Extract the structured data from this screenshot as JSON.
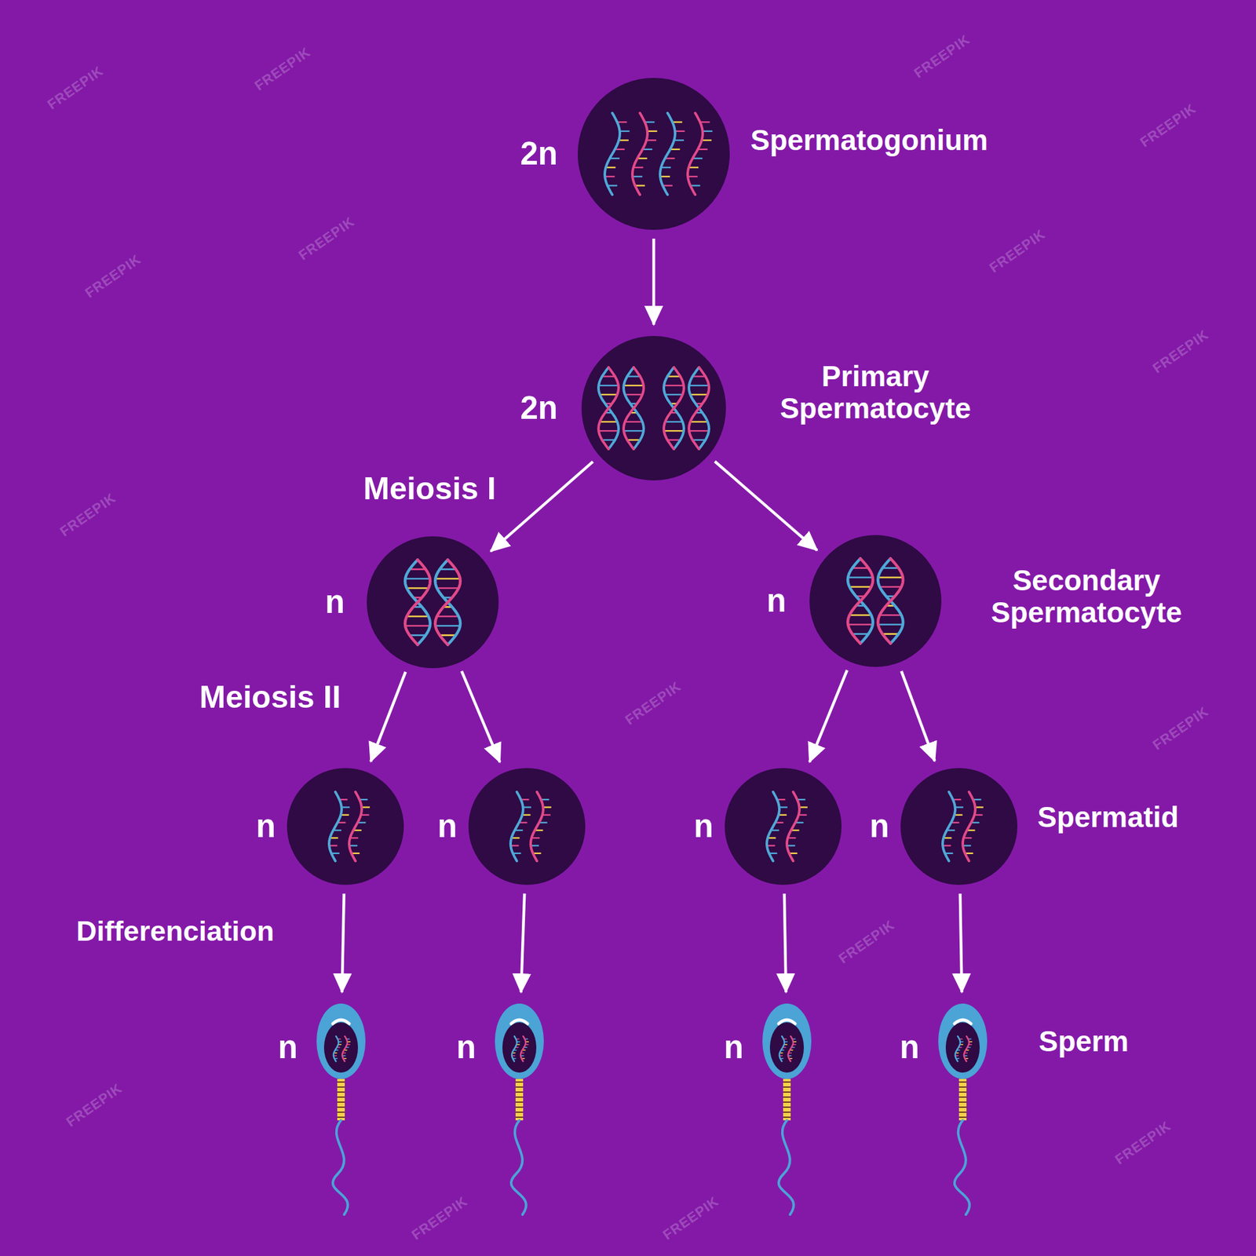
{
  "diagram": {
    "nodes": [
      {
        "text": [
          "2n",
          "Spermatogonium"
        ]
      },
      {
        "text": [
          "2n",
          "Primary Spermatocyte"
        ]
      },
      {
        "text": [
          "n"
        ]
      },
      {
        "text": [
          "n",
          "Secondary Spermatocyte"
        ]
      },
      {
        "text": [
          "n"
        ]
      },
      {
        "text": [
          "n"
        ]
      },
      {
        "text": [
          "n"
        ]
      },
      {
        "text": [
          "n",
          "Spermatid"
        ]
      },
      {
        "text": [
          "n"
        ]
      },
      {
        "text": [
          "n"
        ]
      },
      {
        "text": [
          "n"
        ]
      },
      {
        "text": [
          "n",
          "Sperm"
        ]
      }
    ],
    "edges": [
      {
        "from": 0,
        "to": 1,
        "arrow": "to"
      },
      {
        "from": 1,
        "to": 2,
        "arrow": "to"
      },
      {
        "from": 1,
        "to": 3,
        "arrow": "to"
      },
      {
        "from": 2,
        "to": 4,
        "arrow": "to"
      },
      {
        "from": 2,
        "to": 5,
        "arrow": "to"
      },
      {
        "from": 3,
        "to": 6,
        "arrow": "to"
      },
      {
        "from": 3,
        "to": 7,
        "arrow": "to"
      },
      {
        "from": 4,
        "to": 8,
        "arrow": "to"
      },
      {
        "from": 5,
        "to": 9,
        "arrow": "to"
      },
      {
        "from": 6,
        "to": 10,
        "arrow": "to"
      },
      {
        "from": 7,
        "to": 11,
        "arrow": "to"
      }
    ],
    "labels": [
      "Meiosis I",
      "Meiosis II",
      "Differenciation",
      "FREEPIK",
      "FREEPIK",
      "FREEPIK",
      "FREEPIK",
      "FREEPIK",
      "FREEPIK",
      "FREEPIK",
      "FREEPIK",
      "FREEPIK",
      "FREEPIK",
      "FREEPIK",
      "FREEPIK",
      "FREEPIK",
      "FREEPIK",
      "FREEPIK",
      "FREEPIK"
    ]
  }
}
